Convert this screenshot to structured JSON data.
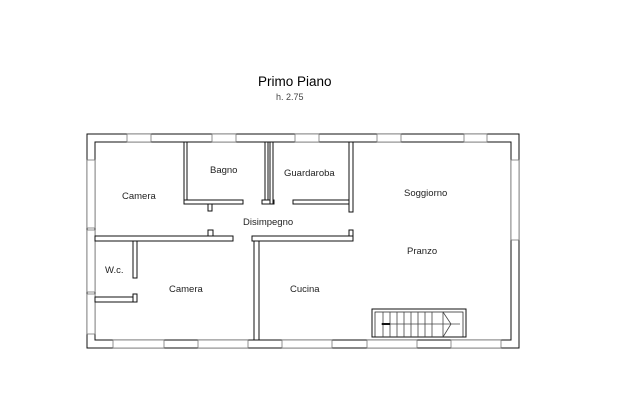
{
  "plan": {
    "title": "Primo Piano",
    "height_note": "h. 2.75",
    "rooms": {
      "camera_1": "Camera",
      "bagno": "Bagno",
      "guardaroba": "Guardaroba",
      "soggiorno": "Soggiorno",
      "disimpegno": "Disimpegno",
      "pranzo": "Pranzo",
      "wc": "W.c.",
      "camera_2": "Camera",
      "cucina": "Cucina"
    }
  },
  "colors": {
    "wall": "#111111",
    "window": "#777777",
    "background": "#ffffff"
  }
}
